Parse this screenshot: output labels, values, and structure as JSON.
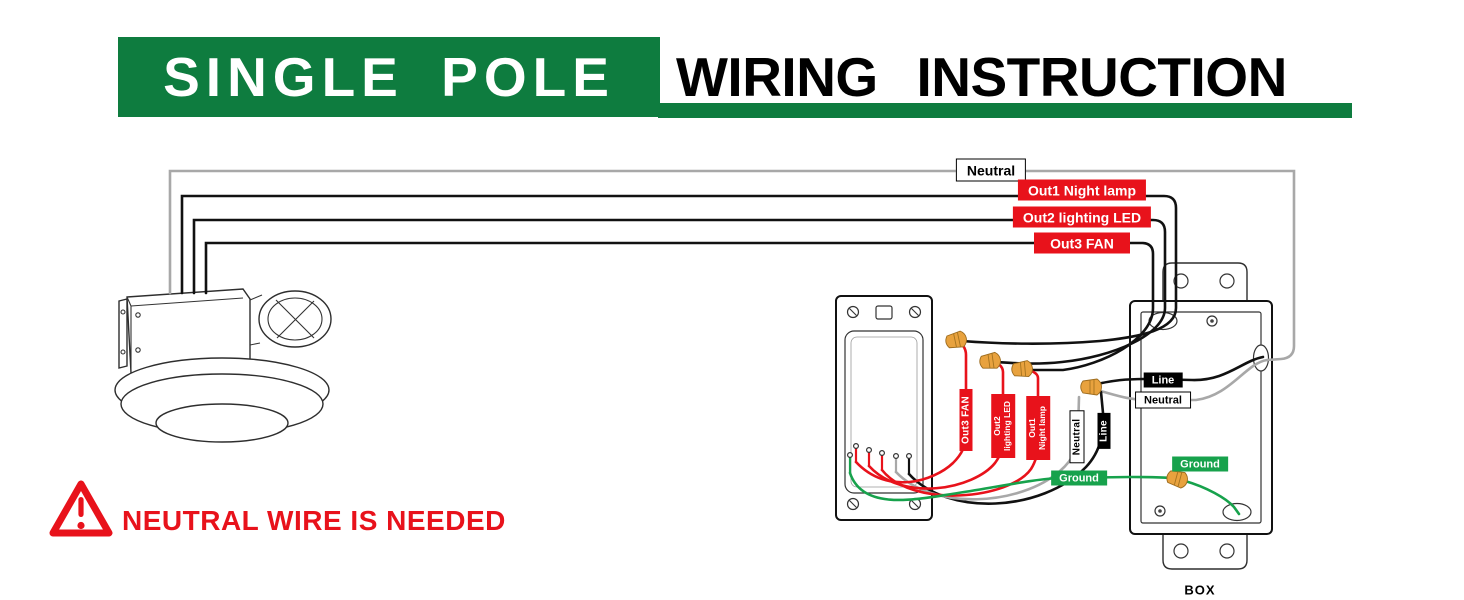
{
  "header": {
    "title_primary": "SINGLE POLE",
    "title_secondary": "WIRING INSTRUCTION"
  },
  "top_labels": {
    "neutral": "Neutral",
    "out1": "Out1 Night lamp",
    "out2": "Out2 lighting LED",
    "out3": "Out3 FAN"
  },
  "wire_labels": {
    "out3_vertical": "Out3 FAN",
    "out2_vertical": {
      "line1": "Out2",
      "line2": "lighting LED"
    },
    "out1_vertical": {
      "line1": "Out1",
      "line2": "Night lamp"
    },
    "neutral_vertical": "Neutral",
    "line_vertical": "Line",
    "line_horizontal": "Line",
    "neutral_horizontal": "Neutral",
    "ground_left": "Ground",
    "ground_right": "Ground"
  },
  "box": {
    "label": "BOX"
  },
  "warning": {
    "text": "NEUTRAL WIRE IS NEEDED"
  },
  "colors": {
    "banner_green": "#0E7C3F",
    "label_red": "#E8121B",
    "wire_gray": "#A8A8A8",
    "wire_green": "#17A24C",
    "wire_nut_orange": "#E8A23E"
  }
}
